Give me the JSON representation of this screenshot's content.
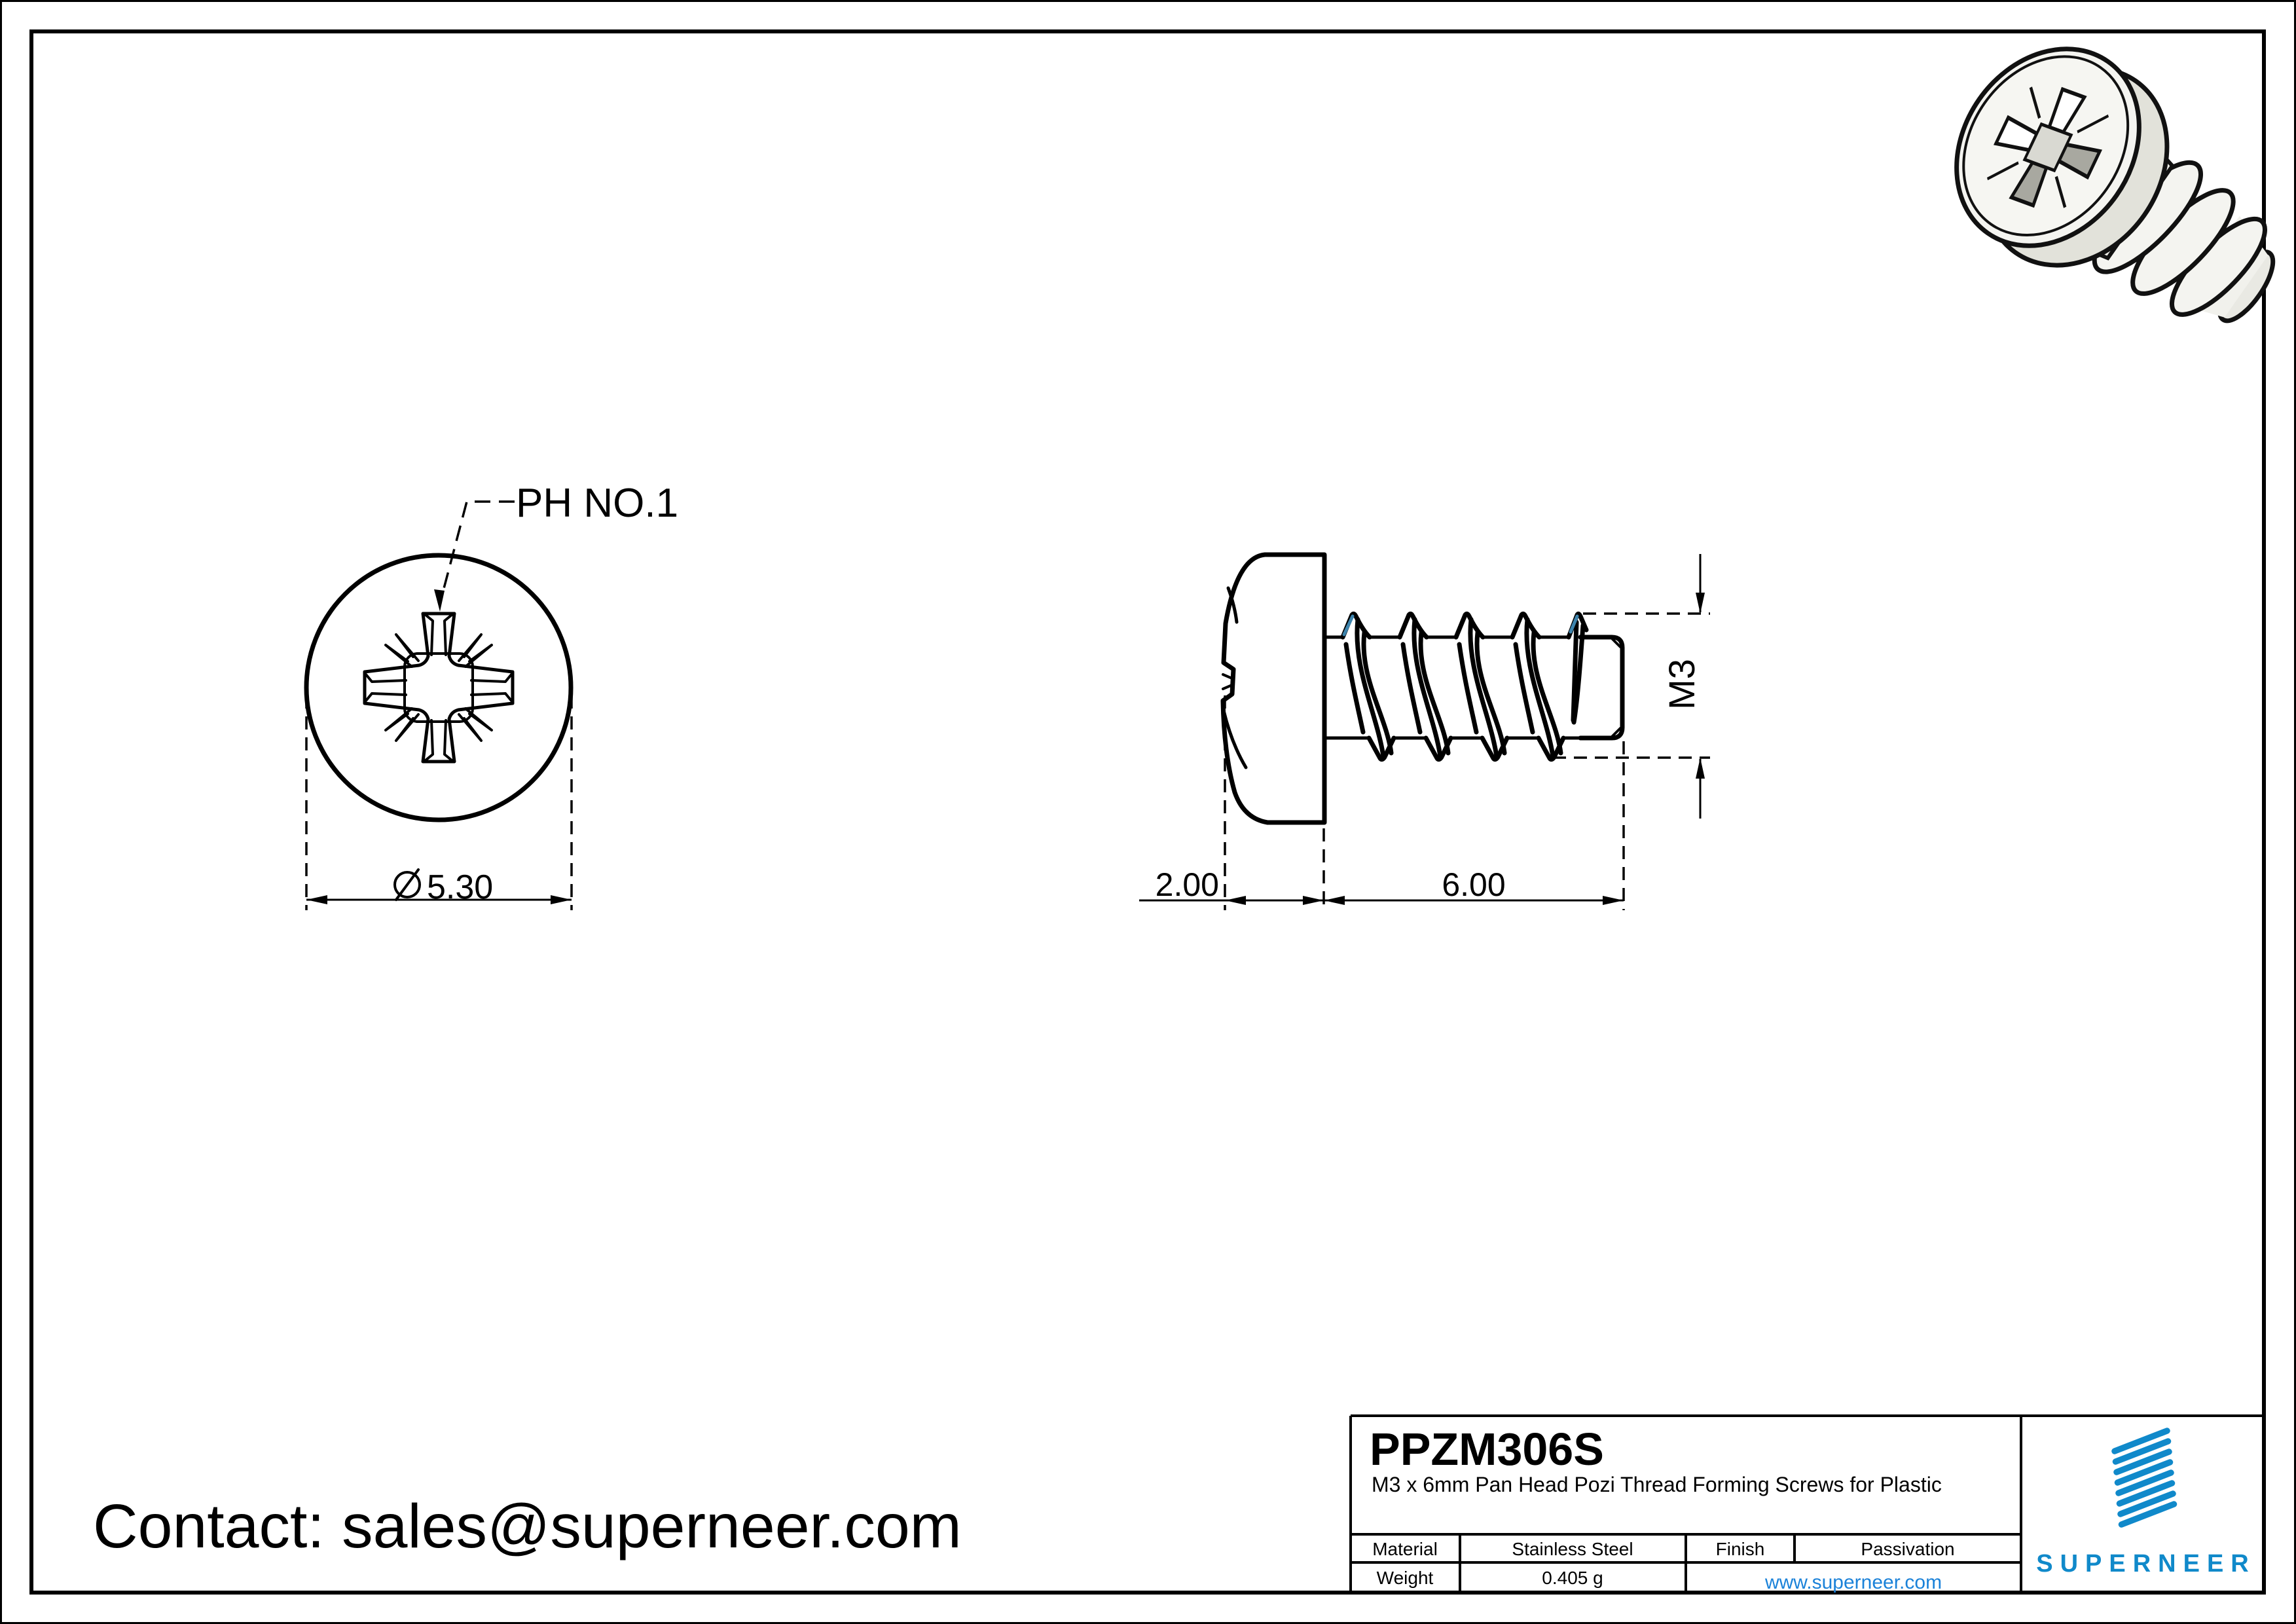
{
  "page": {
    "background": "#ffffff",
    "line_color": "#000000",
    "accent_teal": "#3d84ad",
    "brand_blue": "#1089ca",
    "link_blue": "#1b82d9"
  },
  "icons": {
    "logo": "diagonal-stripes-logo"
  },
  "views": {
    "front": {
      "drive_label": "PH NO.1",
      "diameter_symbol": "⌀",
      "diameter_dim": "5.30"
    },
    "side": {
      "head_thickness_dim": "2.00",
      "thread_length_dim": "6.00",
      "thread_size_dim": "M3"
    }
  },
  "contact": {
    "text": "Contact: sales@superneer.com"
  },
  "title_block": {
    "part_number": "PPZM306S",
    "description": "M3 x 6mm Pan Head Pozi Thread Forming Screws for Plastic",
    "material_label": "Material",
    "material_value": "Stainless Steel",
    "finish_label": "Finish",
    "finish_value": "Passivation",
    "weight_label": "Weight",
    "weight_value": "0.405 g",
    "website": "www.superneer.com",
    "brand": "SUPERNEER"
  }
}
